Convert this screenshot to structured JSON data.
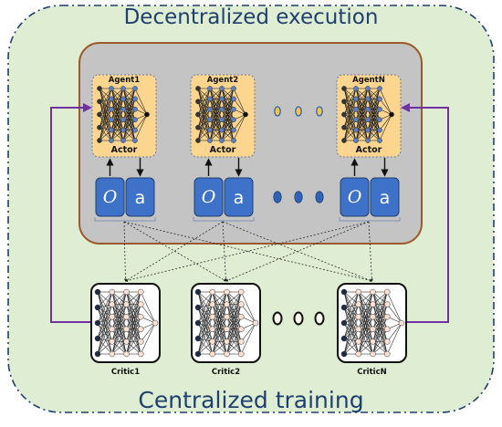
{
  "outer_title": "Decentralized execution",
  "bottom_title": "Centralized training",
  "agents": [
    {
      "name": "Agent1",
      "actor_label": "Actor",
      "obs_label": "O",
      "action_label": "a"
    },
    {
      "name": "Agent2",
      "actor_label": "Actor",
      "obs_label": "O",
      "action_label": "a"
    },
    {
      "name": "AgentN",
      "actor_label": "Actor",
      "obs_label": "O",
      "action_label": "a"
    }
  ],
  "critics": [
    {
      "name": "Critic1"
    },
    {
      "name": "Critic2"
    },
    {
      "name": "CriticN"
    }
  ],
  "colors": {
    "outer_fill": "#dfeed3",
    "outer_border": "#1f3f6e",
    "inner_fill": "#c4c4c4",
    "inner_border": "#9c5a2c",
    "agent_fill": "#fcd58f",
    "box_fill": "#3e71c8",
    "purple": "#7030a0",
    "node_blue": "#5b7fc7",
    "node_dark": "#1f2a44",
    "node_light": "#fbe1d3",
    "dots_agent": "#2f63b8",
    "dots_critic_fill": "#fff8ec"
  }
}
